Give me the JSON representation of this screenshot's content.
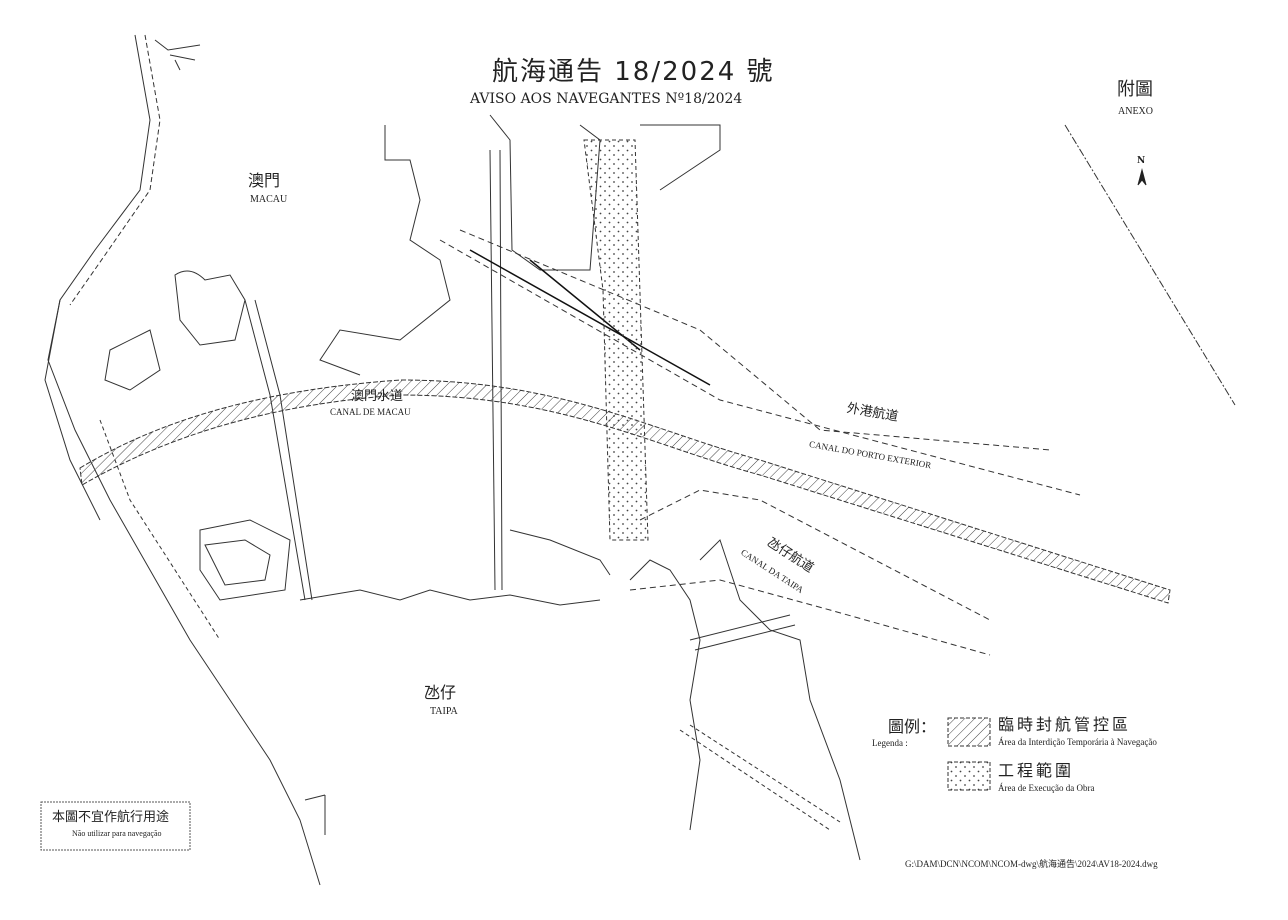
{
  "header": {
    "title": "航海通告 18/2024 號",
    "subtitle": "AVISO AOS NAVEGANTES Nº18/2024"
  },
  "annex": {
    "zh": "附圖",
    "pt": "ANEXO"
  },
  "north_arrow": {
    "label": "N"
  },
  "places": {
    "macau": {
      "zh": "澳門",
      "pt": "MACAU"
    },
    "canal_macau": {
      "zh": "澳門水道",
      "pt": "CANAL DE MACAU"
    },
    "canal_porto": {
      "zh": "外港航道",
      "pt": "CANAL DO PORTO EXTERIOR"
    },
    "canal_taipa": {
      "zh": "氹仔航道",
      "pt": "CANAL DA TAIPA"
    },
    "taipa": {
      "zh": "氹仔",
      "pt": "TAIPA"
    }
  },
  "legend": {
    "title_zh": "圖例：",
    "title_pt": "Legenda :",
    "items": [
      {
        "zh": "臨時封航管控區",
        "pt": "Área da Interdição Temporária à Navegação"
      },
      {
        "zh": "工程範圍",
        "pt": "Área de Execução da Obra"
      }
    ]
  },
  "notice": {
    "zh": "本圖不宜作航行用途",
    "pt": "Não utilizar para navegação"
  },
  "file_path": "G:\\DAM\\DCN\\NCOM\\NCOM-dwg\\航海通告\\2024\\AV18-2024.dwg"
}
